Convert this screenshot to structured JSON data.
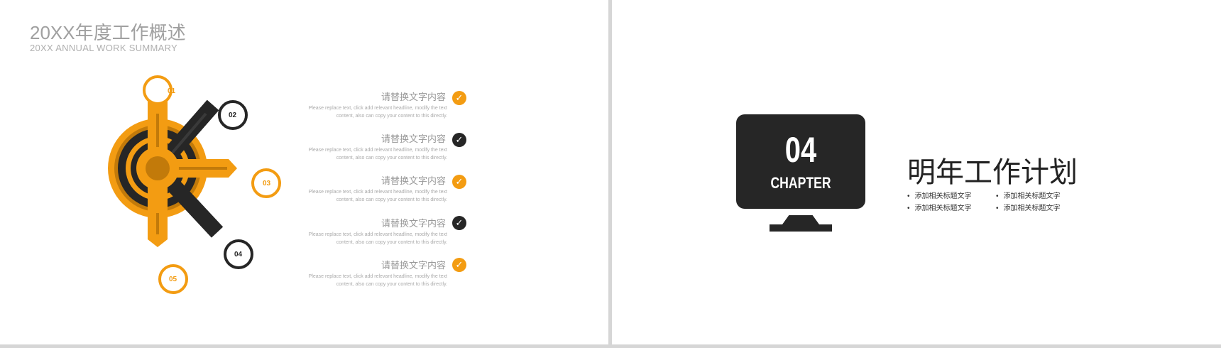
{
  "slide1": {
    "title": "20XX年度工作概述",
    "subtitle": "20XX ANNUAL WORK SUMMARY",
    "nodes": [
      "01",
      "02",
      "03",
      "04",
      "05"
    ],
    "items": [
      {
        "heading": "请替换文字内容",
        "desc": "Please replace text, click add relevant headline, modify the text content, also can copy your content to this directly.",
        "icon": "check-icon",
        "color": "#f39c12"
      },
      {
        "heading": "请替换文字内容",
        "desc": "Please replace text, click add relevant headline, modify the text content, also can copy your content to this directly.",
        "icon": "check-icon",
        "color": "#262626"
      },
      {
        "heading": "请替换文字内容",
        "desc": "Please replace text, click add relevant headline, modify the text content, also can copy your content to this directly.",
        "icon": "check-icon",
        "color": "#f39c12"
      },
      {
        "heading": "请替换文字内容",
        "desc": "Please replace text, click add relevant headline, modify the text content, also can copy your content to this directly.",
        "icon": "check-icon",
        "color": "#262626"
      },
      {
        "heading": "请替换文字内容",
        "desc": "Please replace text, click add relevant headline, modify the text content, also can copy your content to this directly.",
        "icon": "check-icon",
        "color": "#f39c12"
      }
    ]
  },
  "slide2": {
    "number": "04",
    "chapter": "CHAPTER",
    "title": "明年工作计划",
    "bullets": [
      "添加相关标题文字",
      "添加相关标题文字",
      "添加相关标题文字",
      "添加相关标题文字"
    ]
  },
  "colors": {
    "orange": "#f39c12",
    "dark": "#262626",
    "brown": "#c27a0a"
  }
}
